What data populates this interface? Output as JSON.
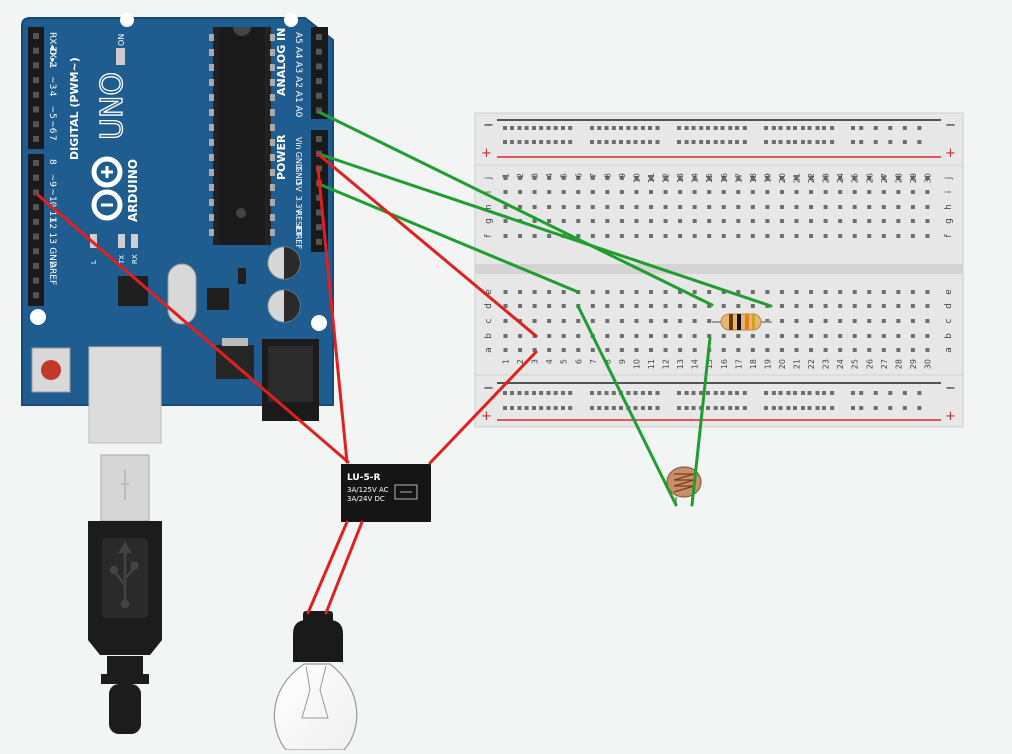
{
  "colors": {
    "canvas": "#f3f4f4",
    "board": "#1e5a8e",
    "board_edge": "#184b78",
    "wire_red": "#e0201e",
    "wire_green": "#1e9e2e",
    "breadboard": "#e6e6e6",
    "rail_red": "#d62a2a",
    "rail_black": "#222222"
  },
  "arduino": {
    "model": "UNO",
    "brand": "ARDUINO",
    "on_label": "ON",
    "digital_header": "DIGITAL (PWM~)",
    "analog_header": "ANALOG IN",
    "power_header": "POWER",
    "digital_top": [
      "RX◂0",
      "TX▸1",
      "2",
      "~3",
      "4",
      "~5",
      "~6",
      "7"
    ],
    "digital_bottom": [
      "8",
      "~9",
      "~10",
      "~11",
      "12",
      "13",
      "GND",
      "AREF"
    ],
    "analog_pins": [
      "A5",
      "A4",
      "A3",
      "A2",
      "A1",
      "A0"
    ],
    "power_pins": [
      "Vin",
      "GND",
      "GND",
      "5V",
      "3.3V",
      "RESET",
      "IOREF"
    ],
    "led_l": "L",
    "led_tx": "TX",
    "led_rx": "RX"
  },
  "breadboard": {
    "columns": [
      "1",
      "2",
      "3",
      "4",
      "5",
      "6",
      "7",
      "8",
      "9",
      "10",
      "11",
      "12",
      "13",
      "14",
      "15",
      "16",
      "17",
      "18",
      "19",
      "20",
      "21",
      "22",
      "23",
      "24",
      "25",
      "26",
      "27",
      "28",
      "29",
      "30"
    ],
    "rows_top": [
      "j",
      "i",
      "h",
      "g",
      "f"
    ],
    "rows_bottom": [
      "e",
      "d",
      "c",
      "b",
      "a"
    ],
    "rail_plus": "+",
    "rail_minus": "−"
  },
  "relay": {
    "title": "LU-5-R",
    "rating_ac": "3A/125V AC",
    "rating_dc": "3A/24V  DC"
  }
}
